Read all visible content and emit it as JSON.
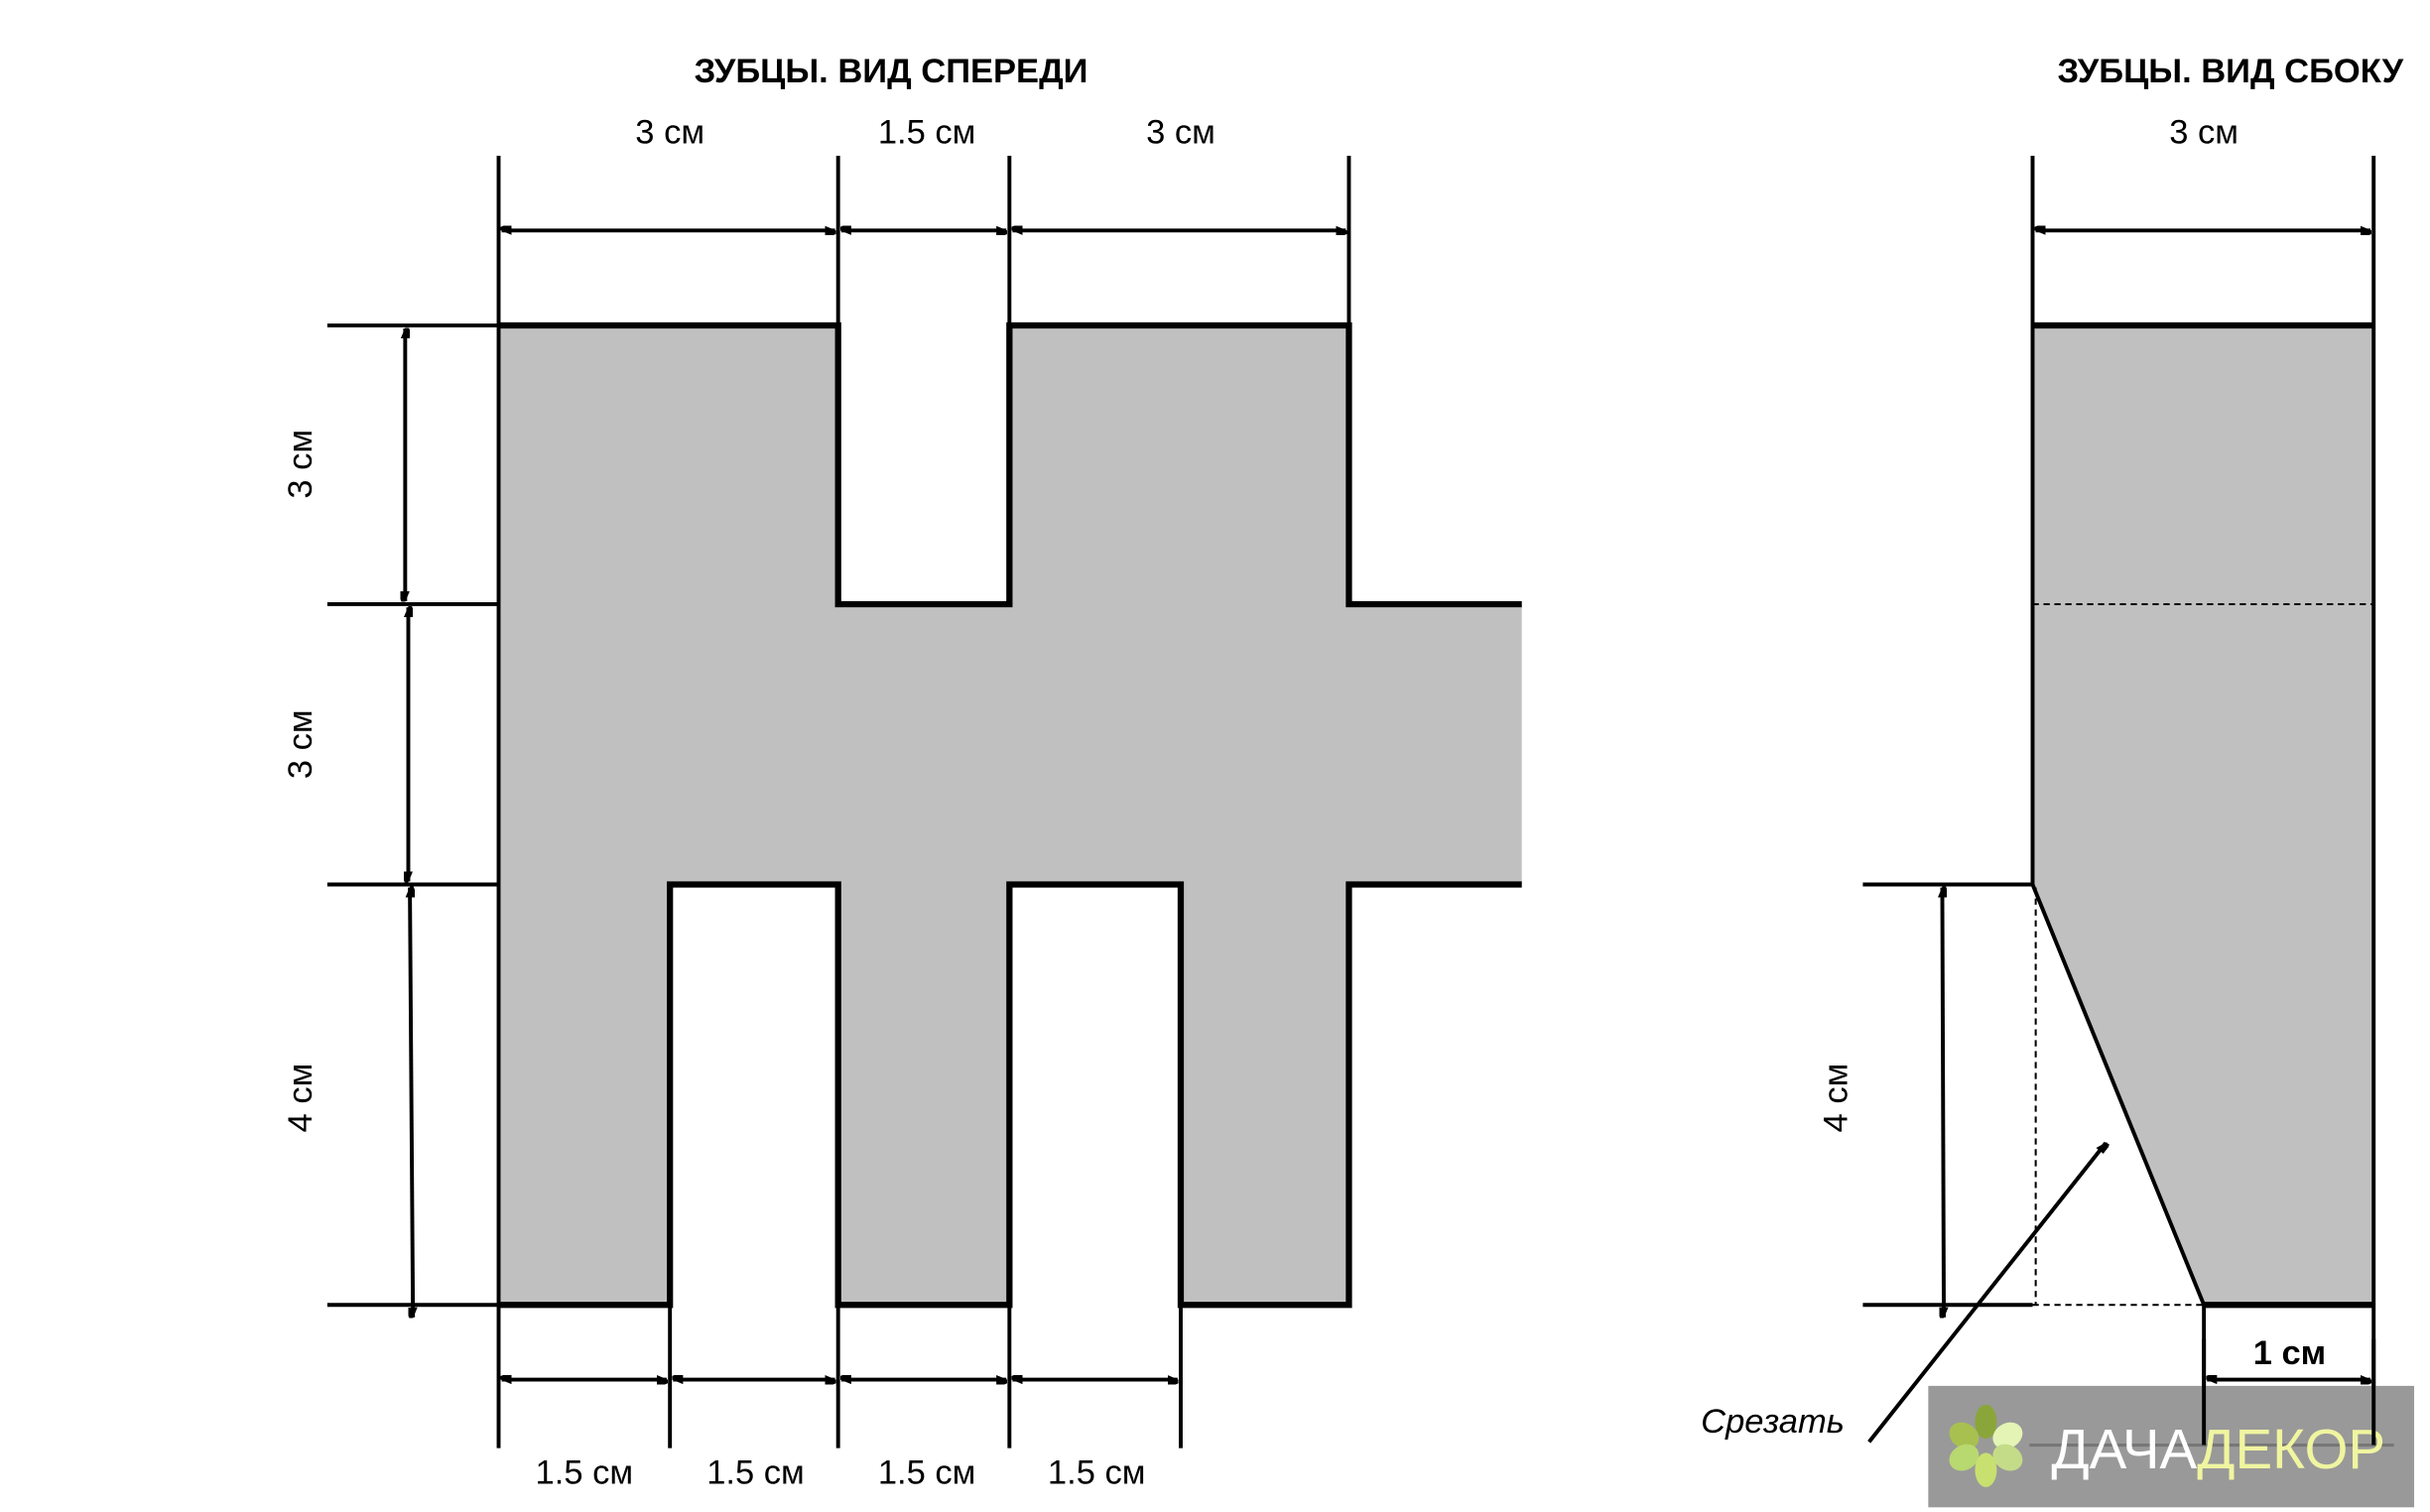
{
  "front_view": {
    "title": "ЗУБЦЫ. ВИД СПЕРЕДИ",
    "top_dims": [
      "3 см",
      "1.5 см",
      "3 см"
    ],
    "left_dims": [
      "3 см",
      "3 см",
      "4 см"
    ],
    "bottom_dims": [
      "1.5 см",
      "1.5 см",
      "1.5 см",
      "1.5 см"
    ]
  },
  "side_view": {
    "title": "ЗУБЦЫ. ВИД СБОКУ",
    "top_dim": "3 см",
    "left_dim": "4 см",
    "bottom_dim": "1 см",
    "cut_label": "Срезать"
  },
  "watermark": {
    "part1": "ДАЧА",
    "part2": "ДЕКОР"
  },
  "colors": {
    "fill": "#c0c0c0",
    "logo_bg": "#999999",
    "logo_accent": "#f0f5a0"
  }
}
